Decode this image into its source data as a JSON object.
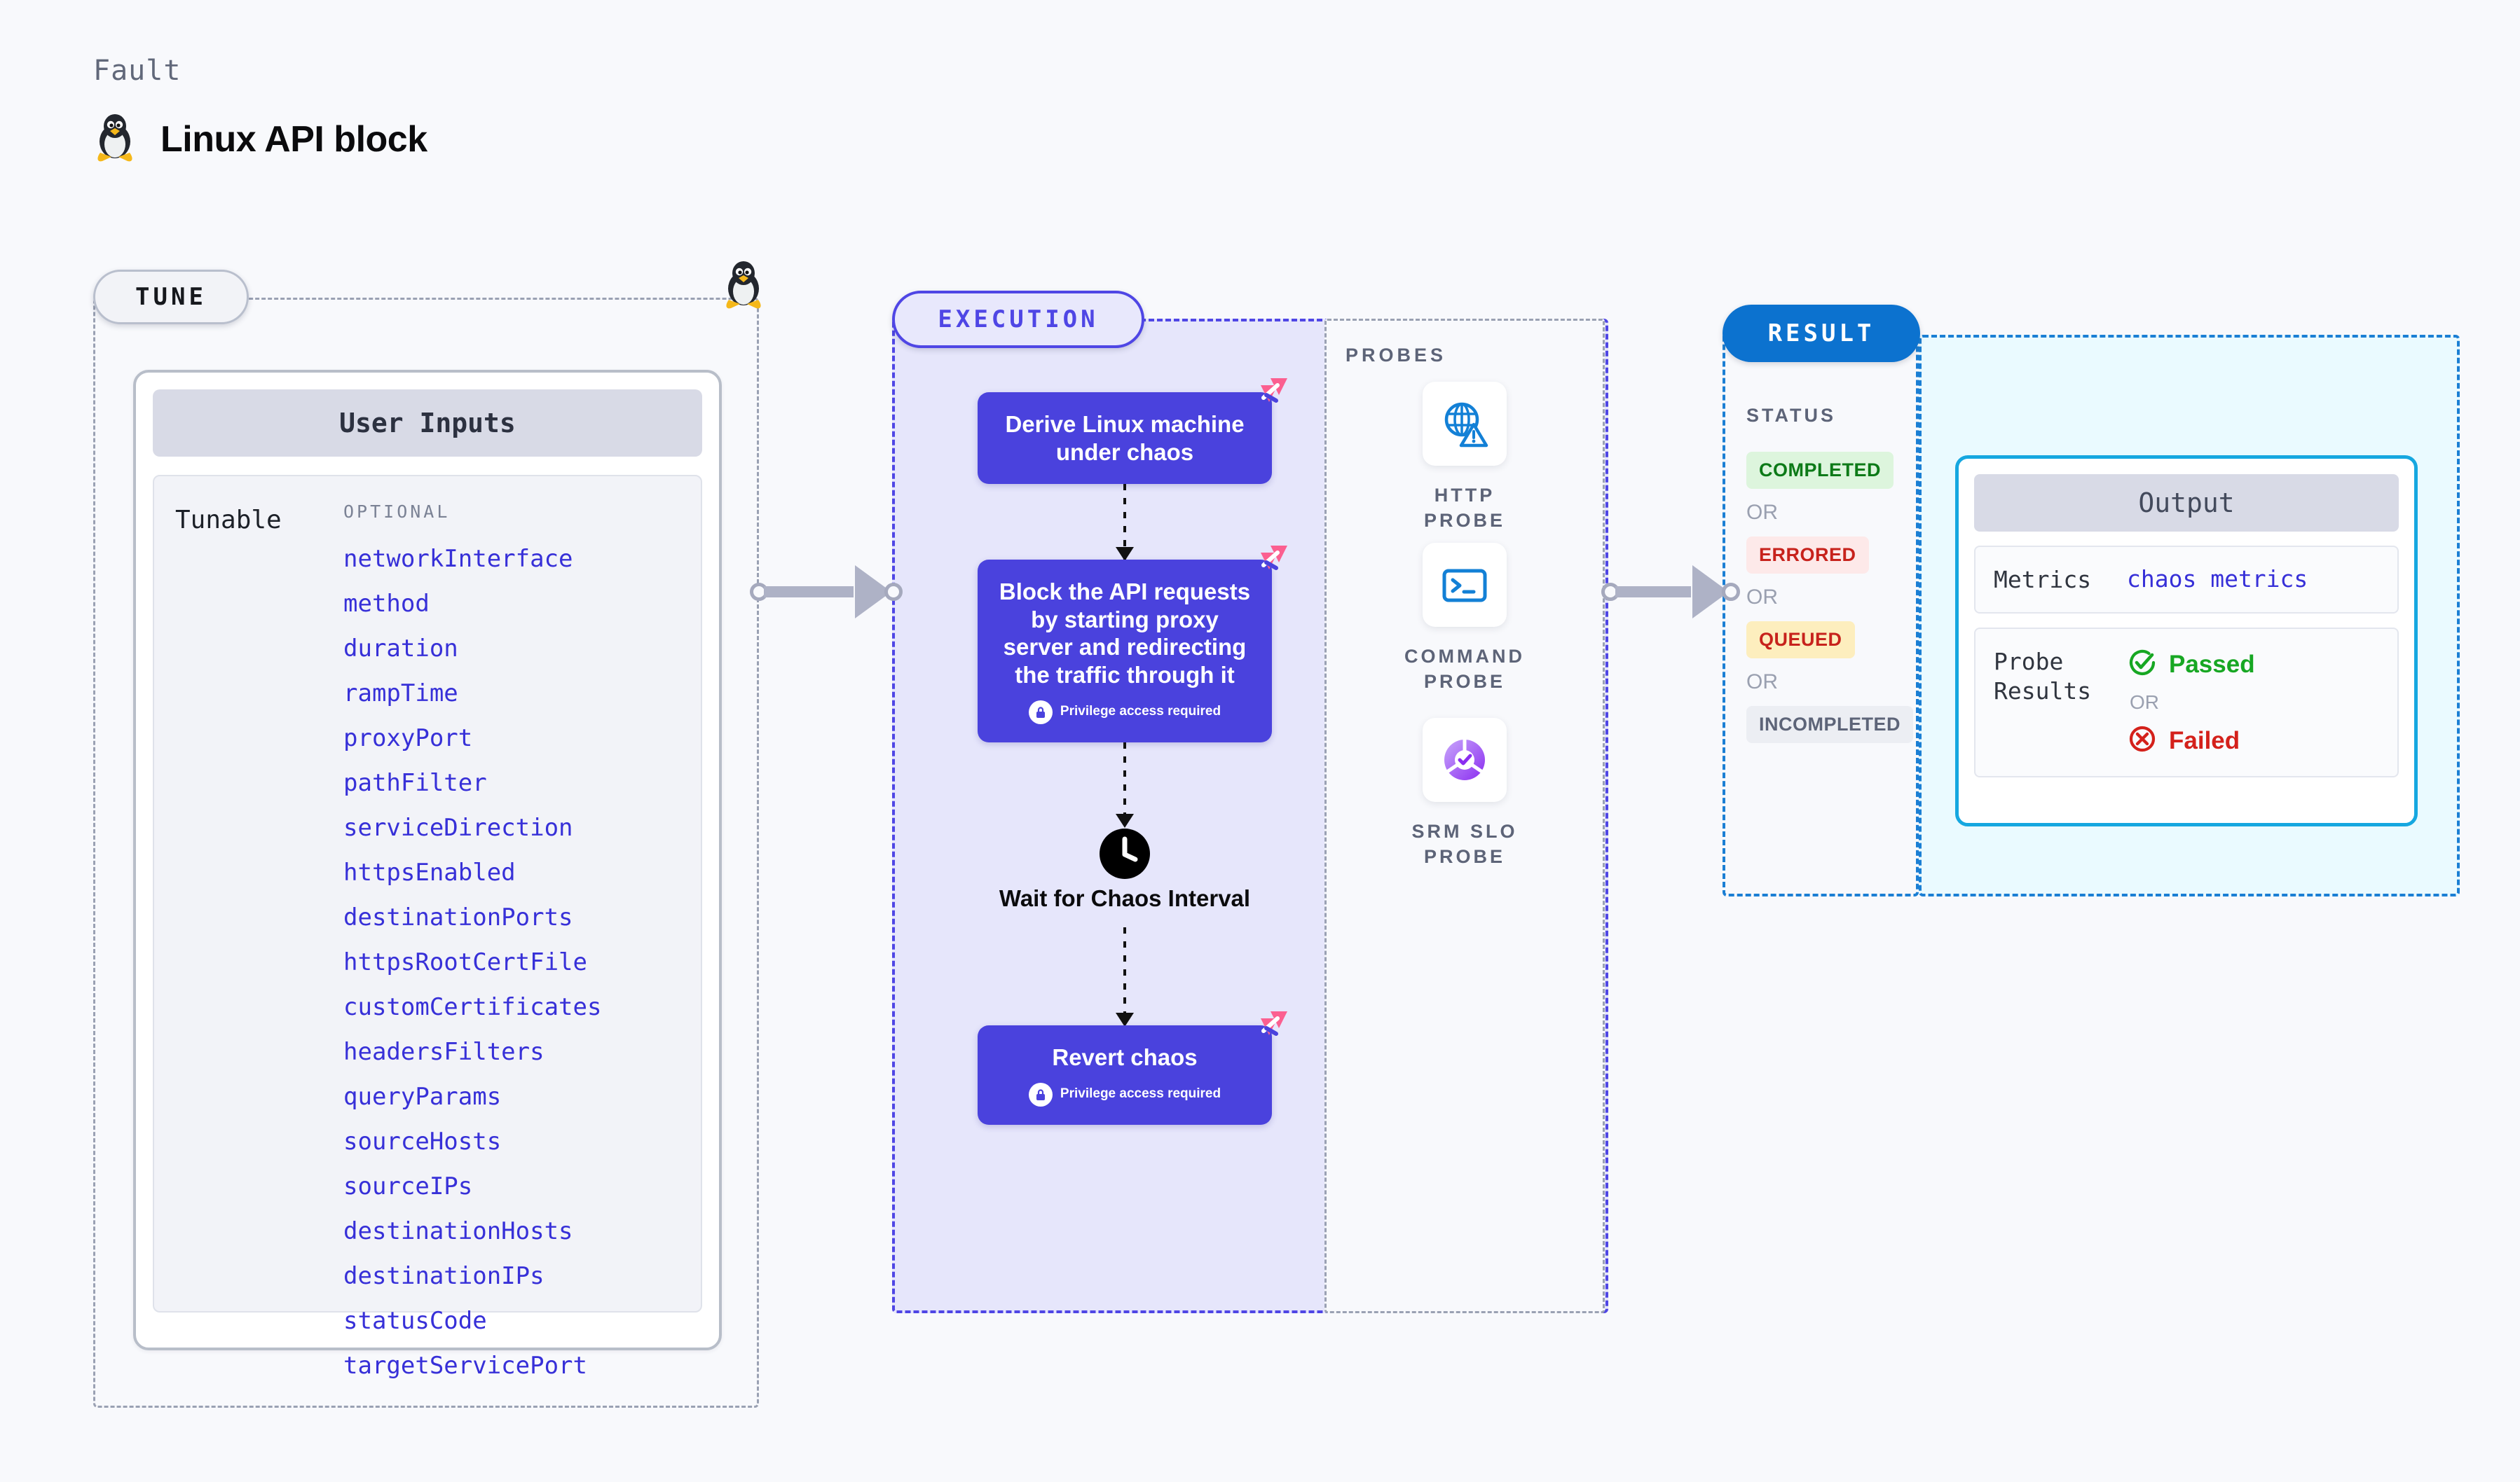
{
  "header": {
    "eyebrow": "Fault",
    "title": "Linux API block",
    "icon": "linux-tux-icon"
  },
  "tune": {
    "pill_label": "TUNE",
    "edge_icon": "linux-tux-icon",
    "inputs_card": {
      "title": "User Inputs",
      "row_label": "Tunable",
      "group_label": "OPTIONAL",
      "params": [
        "networkInterface",
        "method",
        "duration",
        "rampTime",
        "proxyPort",
        "pathFilter",
        "serviceDirection",
        "httpsEnabled",
        "destinationPorts",
        "httpsRootCertFile",
        "customCertificates",
        "headersFilters",
        "queryParams",
        "sourceHosts",
        "sourceIPs",
        "destinationHosts",
        "destinationIPs",
        "statusCode",
        "targetServicePort"
      ]
    }
  },
  "execution": {
    "pill_label": "EXECUTION",
    "nodes": [
      {
        "text": "Derive Linux machine under chaos",
        "badge": "harness-badge-icon",
        "privilege": null
      },
      {
        "text": "Block the API requests by starting proxy server and redirecting the traffic through it",
        "badge": "harness-badge-icon",
        "privilege": "Privilege access required"
      },
      {
        "text": "Wait for Chaos Interval",
        "badge": null,
        "privilege": null,
        "icon": "clock-icon",
        "style": "plain"
      },
      {
        "text": "Revert chaos",
        "badge": "harness-badge-icon",
        "privilege": "Privilege access required"
      }
    ]
  },
  "probes": {
    "label": "PROBES",
    "items": [
      {
        "name": "HTTP PROBE",
        "icon": "globe-warning-icon"
      },
      {
        "name": "COMMAND PROBE",
        "icon": "terminal-icon"
      },
      {
        "name": "SRM SLO PROBE",
        "icon": "srm-slo-icon"
      }
    ]
  },
  "result": {
    "pill_label": "RESULT",
    "status_label": "STATUS",
    "or_label": "OR",
    "statuses": [
      {
        "label": "COMPLETED",
        "variant": "completed"
      },
      {
        "label": "ERRORED",
        "variant": "errored"
      },
      {
        "label": "QUEUED",
        "variant": "queued"
      },
      {
        "label": "INCOMPLETED",
        "variant": "incompleted"
      }
    ],
    "output": {
      "title": "Output",
      "metrics_key": "Metrics",
      "metrics_value": "chaos metrics",
      "probe_results_key": "Probe Results",
      "passed_label": "Passed",
      "failed_label": "Failed",
      "or_label": "OR"
    }
  },
  "colors": {
    "node_purple": "#4a42dd",
    "accent_indigo": "#4f46e5",
    "result_blue": "#0c72cf",
    "output_cyan": "#16a7e0",
    "badge_pink": "#fb5f90",
    "param_blue": "#3730d8",
    "pass_green": "#17a723",
    "fail_red": "#d4211b"
  }
}
